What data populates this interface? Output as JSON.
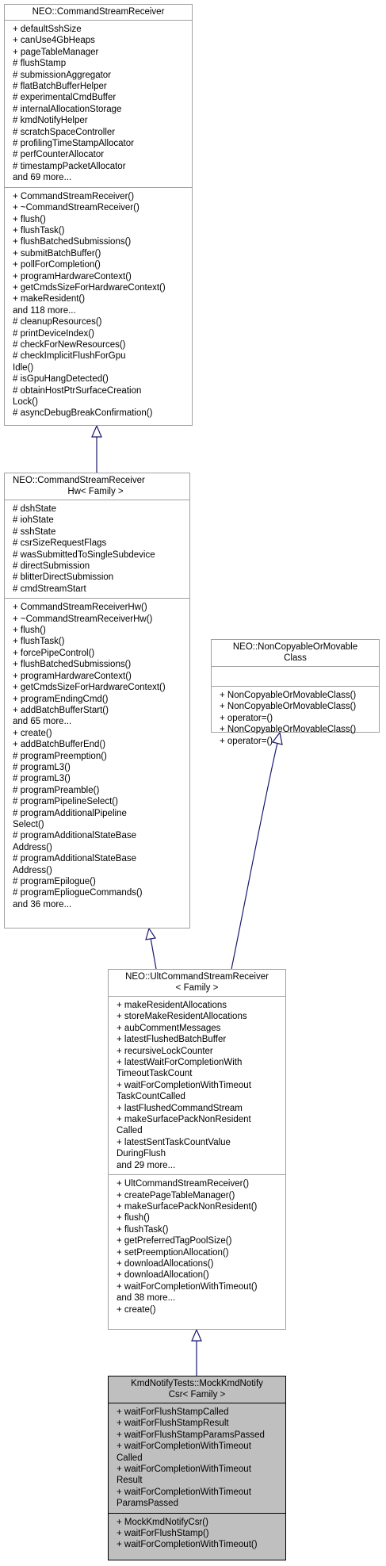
{
  "classes": {
    "csr": {
      "title": [
        "NEO::CommandStreamReceiver"
      ],
      "attributes": [
        "+ defaultSshSize",
        "+ canUse4GbHeaps",
        "+ pageTableManager",
        "# flushStamp",
        "# submissionAggregator",
        "# flatBatchBufferHelper",
        "# experimentalCmdBuffer",
        "# internalAllocationStorage",
        "# kmdNotifyHelper",
        "# scratchSpaceController",
        "# profilingTimeStampAllocator",
        "# perfCounterAllocator",
        "# timestampPacketAllocator",
        "and 69 more..."
      ],
      "methods": [
        "+ CommandStreamReceiver()",
        "+ ~CommandStreamReceiver()",
        "+ flush()",
        "+ flushTask()",
        "+ flushBatchedSubmissions()",
        "+ submitBatchBuffer()",
        "+ pollForCompletion()",
        "+ programHardwareContext()",
        "+ getCmdsSizeForHardwareContext()",
        "+ makeResident()",
        "and 118 more...",
        "# cleanupResources()",
        "# printDeviceIndex()",
        "# checkForNewResources()",
        "# checkImplicitFlushForGpu",
        "Idle()",
        "# isGpuHangDetected()",
        "# obtainHostPtrSurfaceCreation",
        "Lock()",
        "# asyncDebugBreakConfirmation()"
      ]
    },
    "csrhw": {
      "title": [
        "NEO::CommandStreamReceiver",
        "Hw< Family >"
      ],
      "attributes": [
        "# dshState",
        "# iohState",
        "# sshState",
        "# csrSizeRequestFlags",
        "# wasSubmittedToSingleSubdevice",
        "# directSubmission",
        "# blitterDirectSubmission",
        "# cmdStreamStart"
      ],
      "methods": [
        "+ CommandStreamReceiverHw()",
        "+ ~CommandStreamReceiverHw()",
        "+ flush()",
        "+ flushTask()",
        "+ forcePipeControl()",
        "+ flushBatchedSubmissions()",
        "+ programHardwareContext()",
        "+ getCmdsSizeForHardwareContext()",
        "+ programEndingCmd()",
        "+ addBatchBufferStart()",
        "and 65 more...",
        "+ create()",
        "+ addBatchBufferEnd()",
        "# programPreemption()",
        "# programL3()",
        "# programL3()",
        "# programPreamble()",
        "# programPipelineSelect()",
        "# programAdditionalPipeline",
        "Select()",
        "# programAdditionalStateBase",
        "Address()",
        "# programAdditionalStateBase",
        "Address()",
        "# programEpilogue()",
        "# programEpliogueCommands()",
        "and 36 more..."
      ]
    },
    "noncopy": {
      "title": [
        "NEO::NonCopyableOrMovable",
        "Class"
      ],
      "attributes": [],
      "methods": [
        "+ NonCopyableOrMovableClass()",
        "+ NonCopyableOrMovableClass()",
        "+ operator=()",
        "+ NonCopyableOrMovableClass()",
        "+ operator=()"
      ]
    },
    "ult": {
      "title": [
        "NEO::UltCommandStreamReceiver",
        "< Family >"
      ],
      "attributes": [
        "+ makeResidentAllocations",
        "+ storeMakeResidentAllocations",
        "+ aubCommentMessages",
        "+ latestFlushedBatchBuffer",
        "+ recursiveLockCounter",
        "+ latestWaitForCompletionWith",
        "TimeoutTaskCount",
        "+ waitForCompletionWithTimeout",
        "TaskCountCalled",
        "+ lastFlushedCommandStream",
        "+ makeSurfacePackNonResident",
        "Called",
        "+ latestSentTaskCountValue",
        "DuringFlush",
        "and 29 more..."
      ],
      "methods": [
        "+ UltCommandStreamReceiver()",
        "+ createPageTableManager()",
        "+ makeSurfacePackNonResident()",
        "+ flush()",
        "+ flushTask()",
        "+ getPreferredTagPoolSize()",
        "+ setPreemptionAllocation()",
        "+ downloadAllocations()",
        "+ downloadAllocation()",
        "+ waitForCompletionWithTimeout()",
        "and 38 more...",
        "+ create()"
      ]
    },
    "mock": {
      "title": [
        "KmdNotifyTests::MockKmdNotify",
        "Csr< Family >"
      ],
      "attributes": [
        "+ waitForFlushStampCalled",
        "+ waitForFlushStampResult",
        "+ waitForFlushStampParamsPassed",
        "+ waitForCompletionWithTimeout",
        "Called",
        "+ waitForCompletionWithTimeout",
        "Result",
        "+ waitForCompletionWithTimeout",
        "ParamsPassed"
      ],
      "methods": [
        "+ MockKmdNotifyCsr()",
        "+ waitForFlushStamp()",
        "+ waitForCompletionWithTimeout()"
      ]
    }
  },
  "colors": {
    "edge": "#191970",
    "border": "#a0a0a0",
    "focus_fill": "#bfbfbf"
  }
}
